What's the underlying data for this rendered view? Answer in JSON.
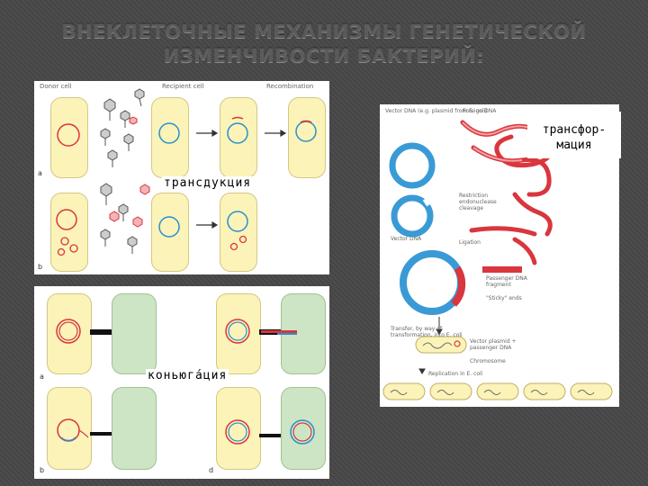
{
  "slide": {
    "title_line1": "ВНЕКЛЕТОЧНЫЕ МЕХАНИЗМЫ ГЕНЕТИЧЕСКОЙ",
    "title_line2": "ИЗМЕНЧИВОСТИ БАКТЕРИЙ:"
  },
  "transduction": {
    "label": "трансдукция",
    "donor_cell": "Donor cell",
    "recipient_cell": "Recipient cell",
    "recombination": "Recombination",
    "part_a": "a",
    "part_b": "b"
  },
  "conjugation": {
    "label": "коньюга́ция",
    "part_a": "a",
    "part_b": "b",
    "part_d": "d"
  },
  "transformation": {
    "label_line1": "трансфор-",
    "label_line2": "мация",
    "vector_dna_top": "Vector DNA (e.g. plasmid from E. coli)",
    "foreign_dna": "Foreign DNA",
    "restriction": "Restriction endonuclease cleavage",
    "vector_dna": "Vector DNA",
    "ligation": "Ligation",
    "passenger": "Passenger DNA fragment",
    "sticky_ends": "\"Sticky\" ends",
    "transfer": "Transfer, by way of transformation, into E. coli",
    "vector_plasmid": "Vector plasmid + passenger DNA",
    "chromosome": "Chromosome",
    "replication": "Replication in E. coli"
  },
  "colors": {
    "red": "#d9363e",
    "blue": "#2a8fd0",
    "cell": "#fbf3b8",
    "green_cell": "#cde5c4"
  }
}
